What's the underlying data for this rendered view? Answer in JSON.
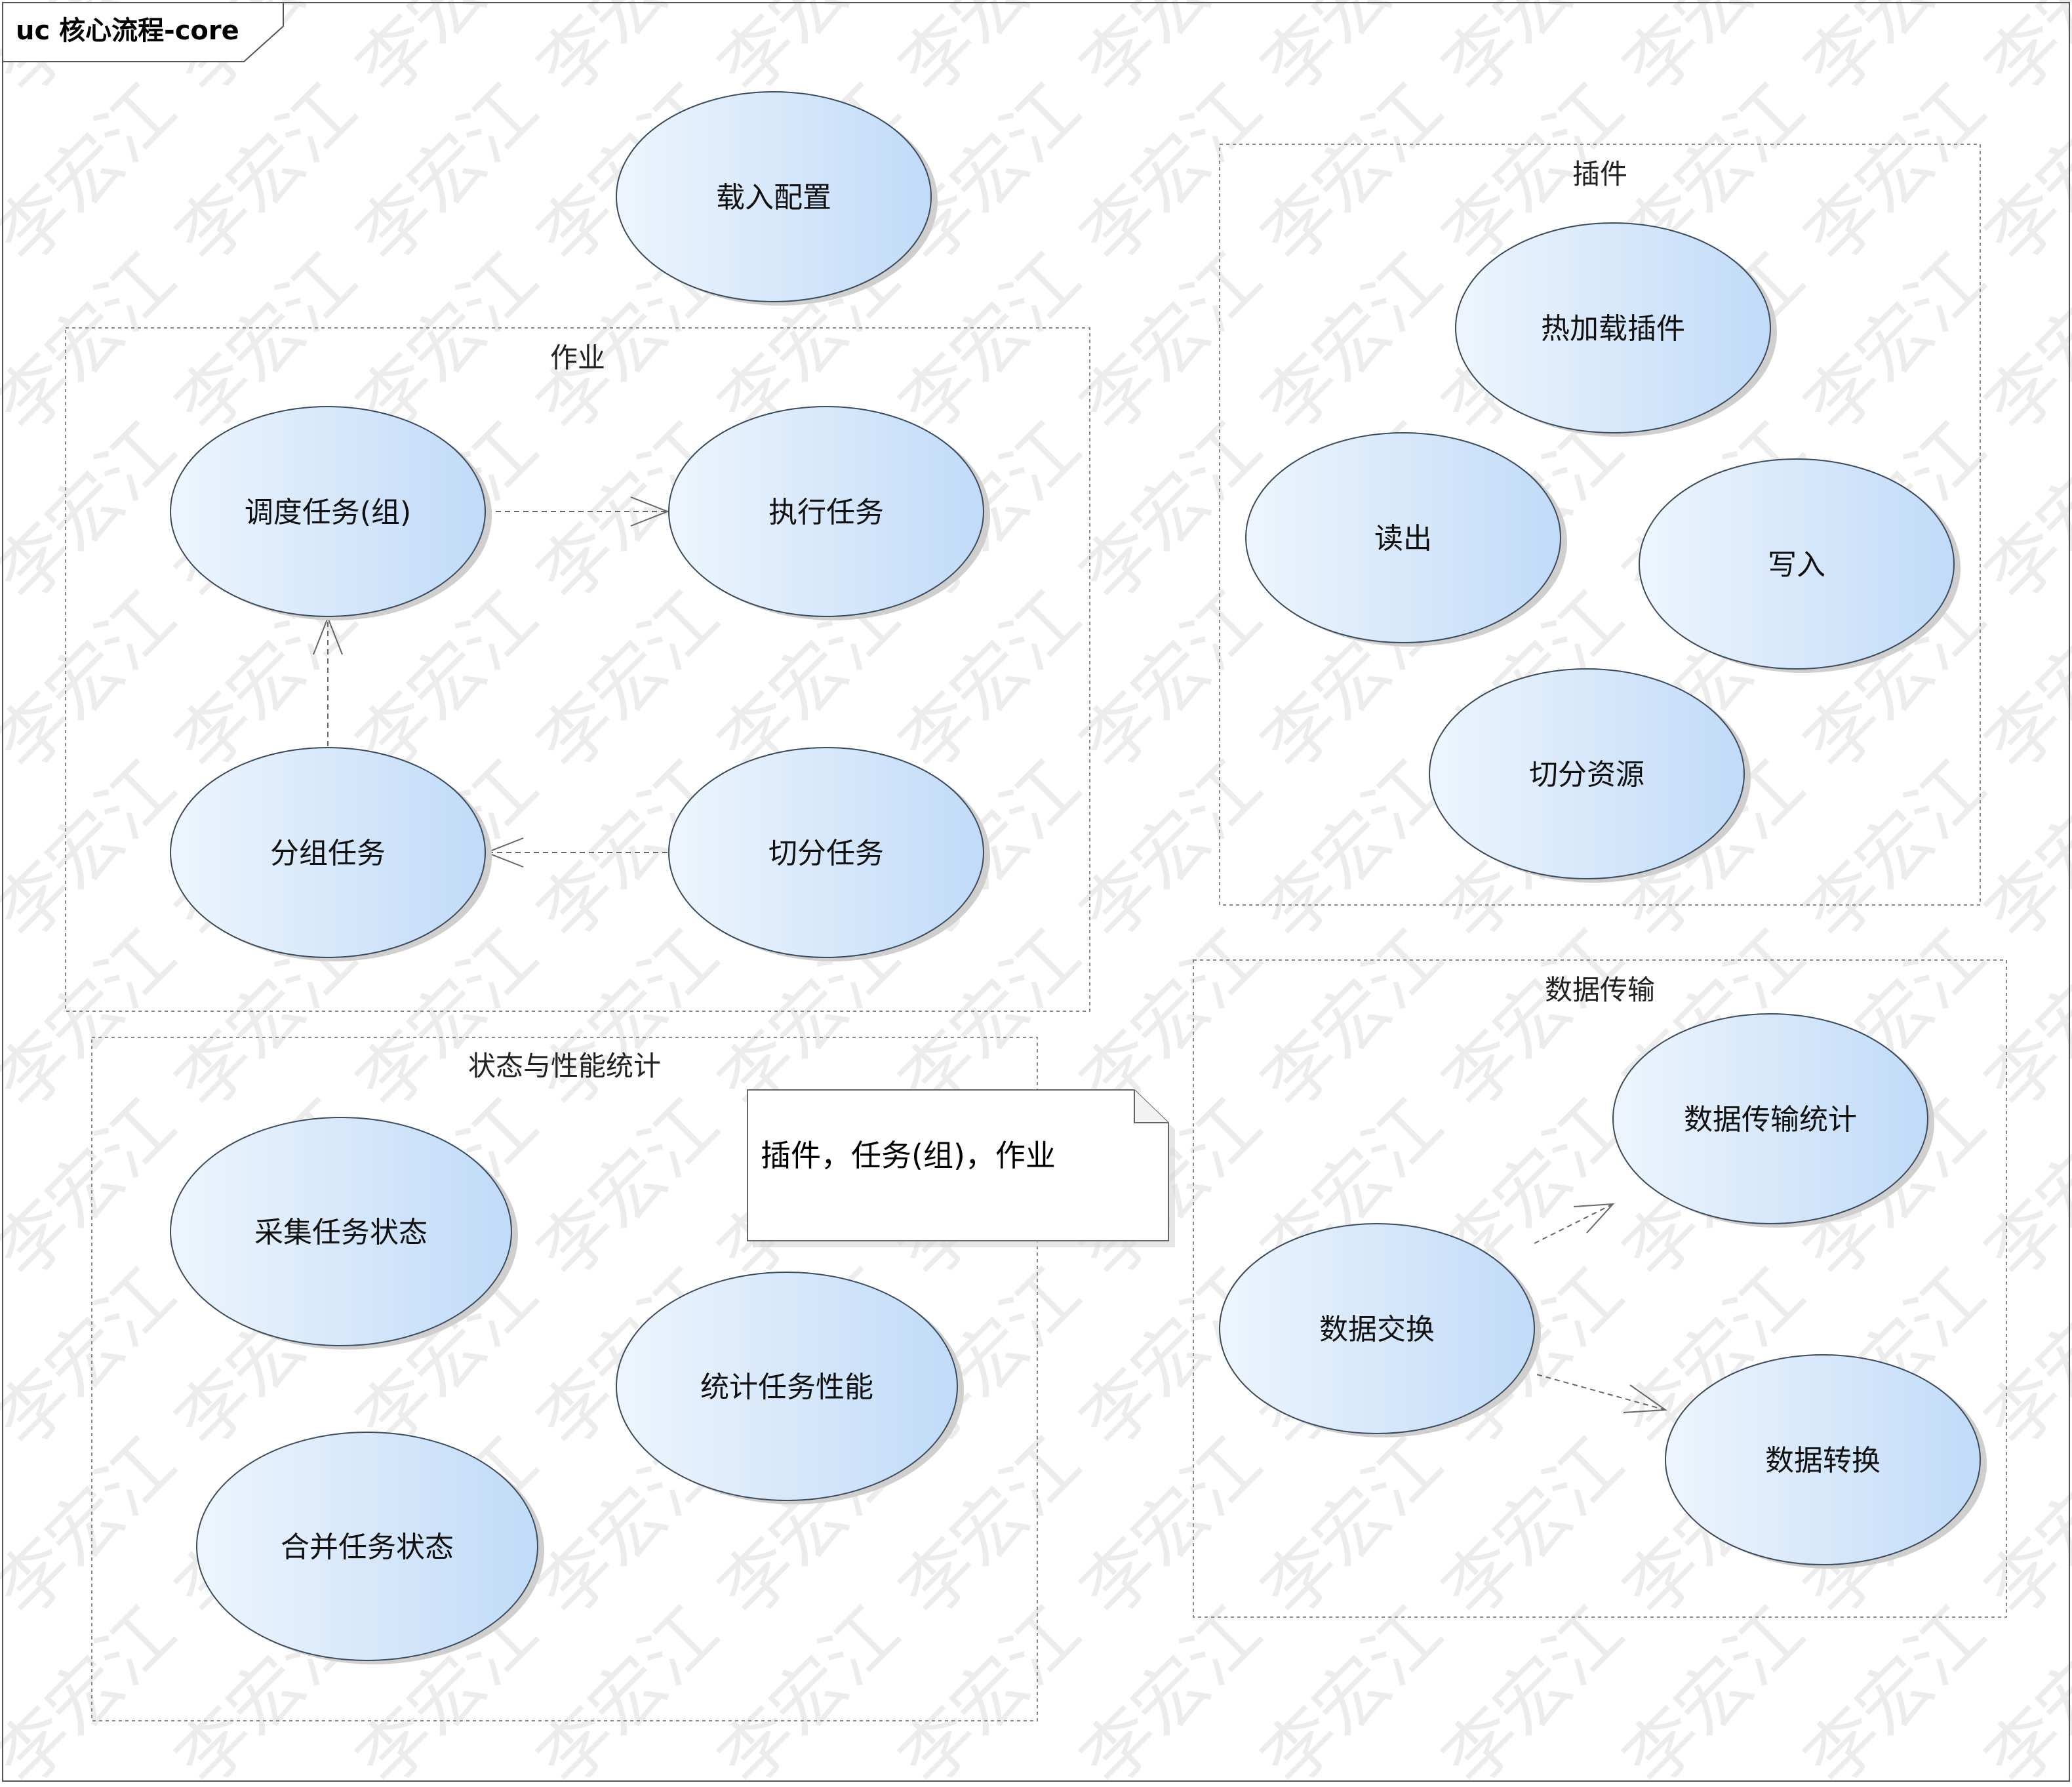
{
  "frame": {
    "title": "uc 核心流程-core"
  },
  "watermark": {
    "text": "李宏江"
  },
  "colors": {
    "ellipse_light": "#eef5fd",
    "ellipse_dark": "#c0dbf8",
    "ellipse_stroke": "#3d4b5c",
    "shadow": "#cfcfcf",
    "package_stroke": "#8a8a8a",
    "arrow": "#666666"
  },
  "standalone": {
    "load_config": "载入配置"
  },
  "packages": {
    "job": {
      "label": "作业",
      "use_cases": {
        "schedule": "调度任务(组)",
        "execute": "执行任务",
        "group": "分组任务",
        "split": "切分任务"
      }
    },
    "plugin": {
      "label": "插件",
      "use_cases": {
        "hot_load": "热加载插件",
        "read": "读出",
        "write": "写入",
        "split_resource": "切分资源"
      }
    },
    "stats": {
      "label": "状态与性能统计",
      "use_cases": {
        "collect": "采集任务状态",
        "perf": "统计任务性能",
        "merge": "合并任务状态"
      }
    },
    "transfer": {
      "label": "数据传输",
      "use_cases": {
        "stats": "数据传输统计",
        "exchange": "数据交换",
        "convert": "数据转换"
      }
    }
  },
  "note": {
    "text": "插件，任务(组)，作业"
  }
}
